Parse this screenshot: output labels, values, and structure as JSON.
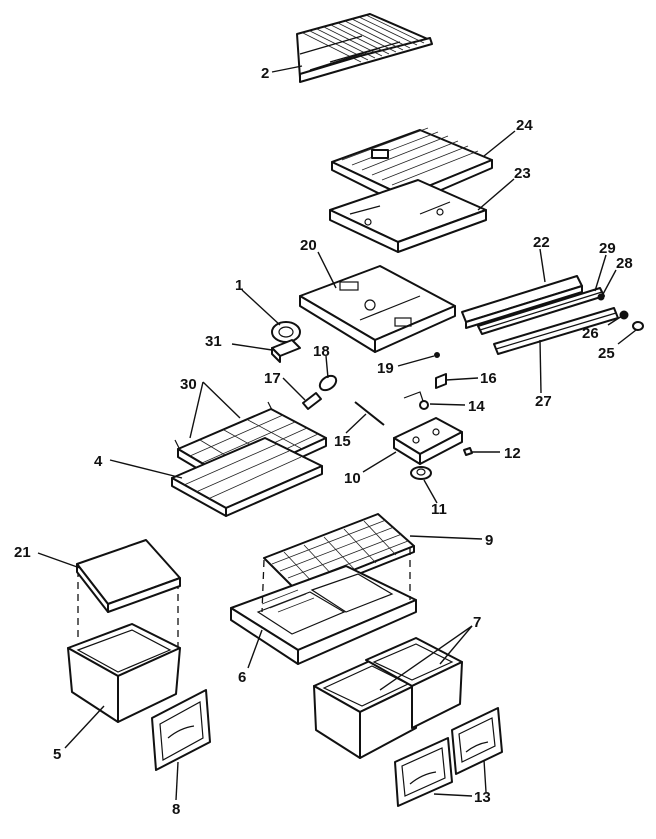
{
  "callouts": [
    {
      "id": "c2",
      "text": "2"
    },
    {
      "id": "c24",
      "text": "24"
    },
    {
      "id": "c23",
      "text": "23"
    },
    {
      "id": "c22",
      "text": "22"
    },
    {
      "id": "c20",
      "text": "20"
    },
    {
      "id": "c29",
      "text": "29"
    },
    {
      "id": "c28",
      "text": "28"
    },
    {
      "id": "c1",
      "text": "1"
    },
    {
      "id": "c31",
      "text": "31"
    },
    {
      "id": "c18",
      "text": "18"
    },
    {
      "id": "c26",
      "text": "26"
    },
    {
      "id": "c25",
      "text": "25"
    },
    {
      "id": "c19",
      "text": "19"
    },
    {
      "id": "c17",
      "text": "17"
    },
    {
      "id": "c16",
      "text": "16"
    },
    {
      "id": "c30",
      "text": "30"
    },
    {
      "id": "c27",
      "text": "27"
    },
    {
      "id": "c14",
      "text": "14"
    },
    {
      "id": "c15",
      "text": "15"
    },
    {
      "id": "c4",
      "text": "4"
    },
    {
      "id": "c12",
      "text": "12"
    },
    {
      "id": "c10",
      "text": "10"
    },
    {
      "id": "c11",
      "text": "11"
    },
    {
      "id": "c9",
      "text": "9"
    },
    {
      "id": "c21",
      "text": "21"
    },
    {
      "id": "c7",
      "text": "7"
    },
    {
      "id": "c6",
      "text": "6"
    },
    {
      "id": "c5",
      "text": "5"
    },
    {
      "id": "c8",
      "text": "8"
    },
    {
      "id": "c13",
      "text": "13"
    }
  ]
}
